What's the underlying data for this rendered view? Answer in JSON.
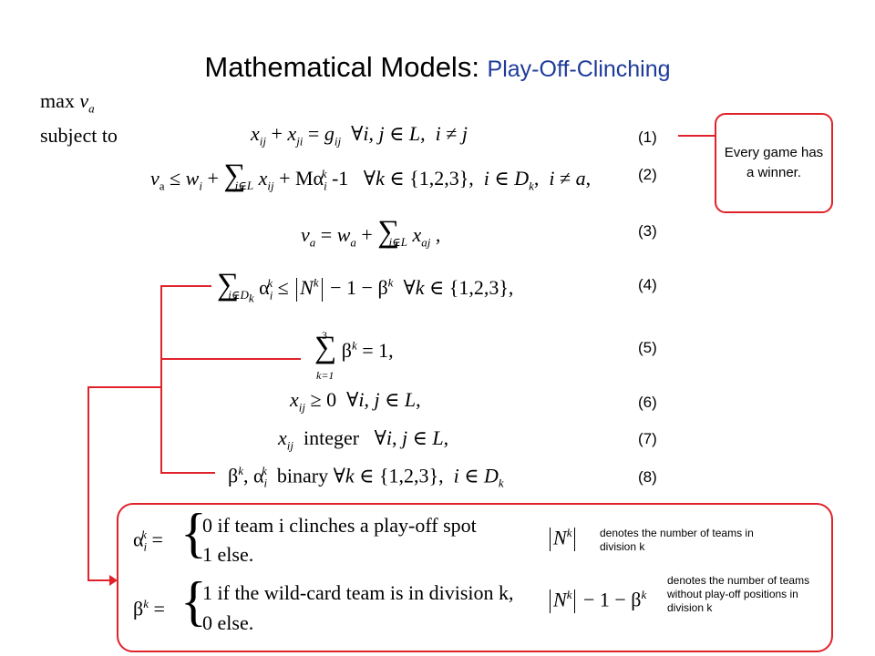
{
  "title": {
    "main": "Mathematical Models: ",
    "sub": "Play-Off-Clinching"
  },
  "objective": {
    "max": "max",
    "var": "v",
    "var_sub": "a",
    "subject_to": "subject to"
  },
  "equation_numbers": [
    "(1)",
    "(2)",
    "(3)",
    "(4)",
    "(5)",
    "(6)",
    "(7)",
    "(8)"
  ],
  "callout": {
    "text": "Every game has a winner."
  },
  "bottom": {
    "alpha_line1": "0  if team i clinches a play-off spot",
    "alpha_line2": "1  else.",
    "beta_line1": "1  if the wild-card team is in division k,",
    "beta_line2": "0  else.",
    "note1": "denotes the number of teams in division k",
    "note2": "denotes the number of teams without play-off positions in division k"
  },
  "colors": {
    "accent_red": "#e0222a",
    "title_blue": "#1f3b9a"
  }
}
